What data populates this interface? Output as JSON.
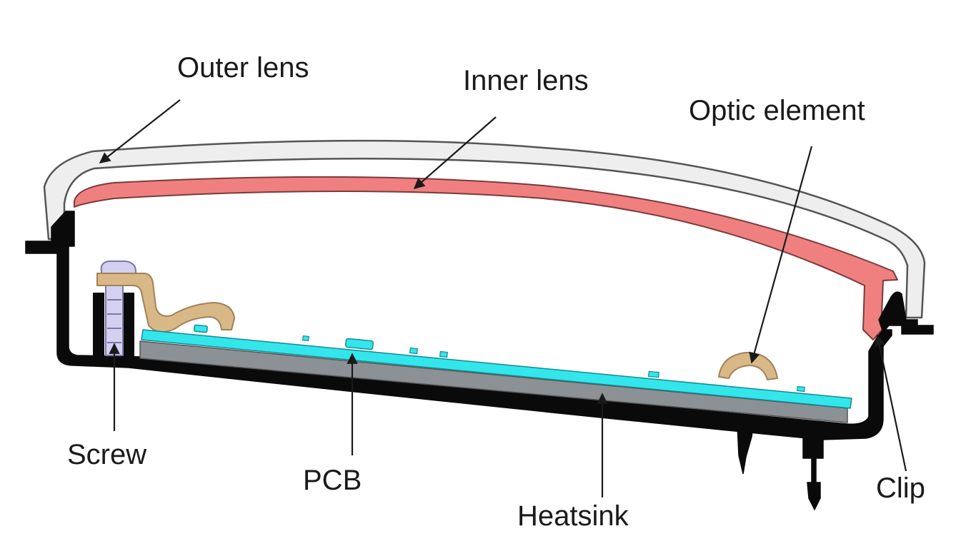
{
  "labels": {
    "outer_lens": "Outer lens",
    "inner_lens": "Inner lens",
    "optic_element": "Optic element",
    "screw": "Screw",
    "pcb": "PCB",
    "heatsink": "Heatsink",
    "clip": "Clip"
  },
  "colors": {
    "outer_lens": "#eeeeee",
    "inner_lens": "#f08080",
    "pcb": "#33e6ec",
    "heatsink": "#8c9196",
    "housing": "#0a0a0a",
    "screw": "#d4d0f0",
    "spring_clip": "#d9b888",
    "optic_element": "#d9b888"
  }
}
